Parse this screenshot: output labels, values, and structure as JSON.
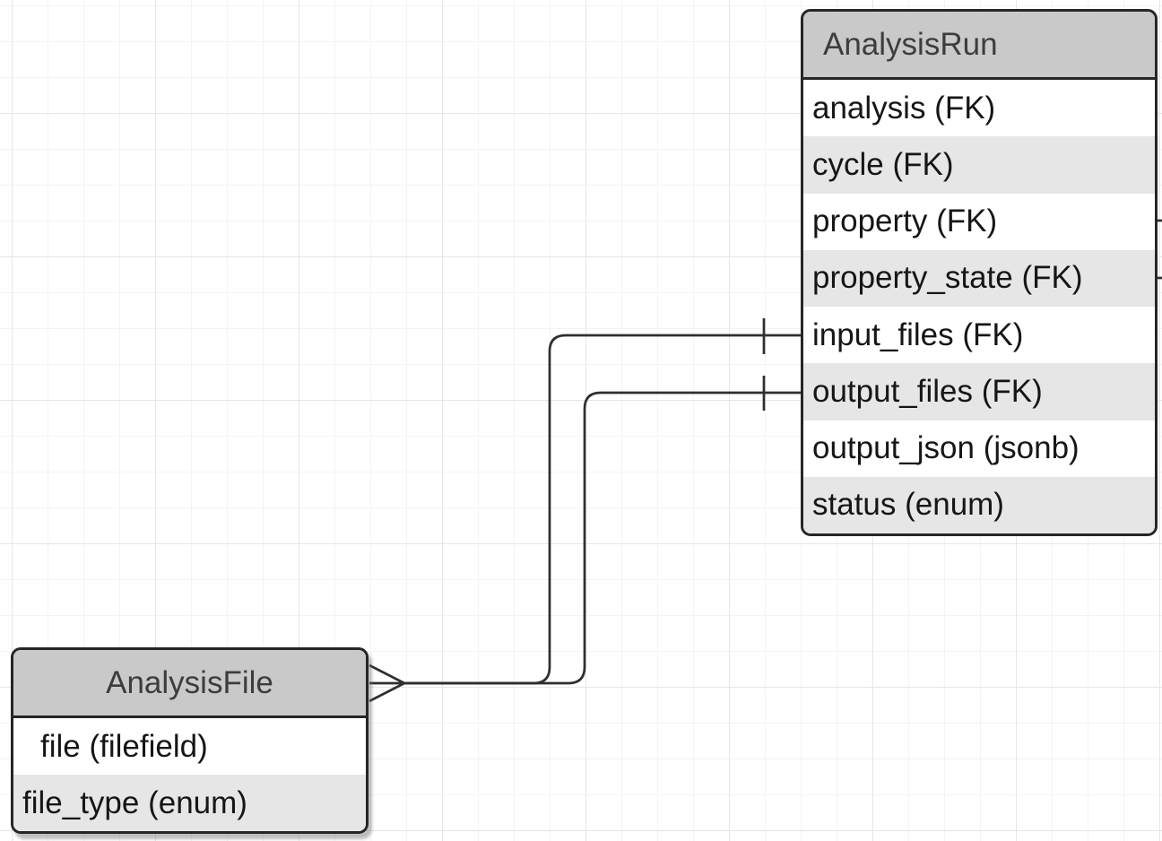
{
  "canvas": {
    "tool": "diagram-canvas",
    "background_color": "#ffffff",
    "grid_minor_color": "#f4f4f4",
    "grid_major_color": "#e6e6e6"
  },
  "colors": {
    "entity_header_fill": "#c9c9c9",
    "entity_row_alt_fill": "#e6e6e6",
    "entity_row_fill": "#ffffff",
    "entity_border": "#262626",
    "entity_header_text": "#3d3d3d",
    "entity_row_text": "#161616",
    "edge_stroke": "#2f2f2f"
  },
  "entities": [
    {
      "name": "AnalysisRun",
      "fields": [
        "analysis (FK)",
        "cycle (FK)",
        "property (FK)",
        "property_state (FK)",
        "input_files (FK)",
        "output_files (FK)",
        "output_json (jsonb)",
        "status (enum)"
      ]
    },
    {
      "name": "AnalysisFile",
      "fields": [
        "file (filefield)",
        "file_type (enum)"
      ]
    }
  ],
  "relationships": [
    {
      "from_entity": "AnalysisFile",
      "from_cardinality": "many (crow's foot)",
      "to_entity": "AnalysisRun",
      "to_field": "input_files (FK)",
      "to_cardinality": "one (tick)"
    },
    {
      "from_entity": "AnalysisFile",
      "from_cardinality": "many (crow's foot)",
      "to_entity": "AnalysisRun",
      "to_field": "output_files (FK)",
      "to_cardinality": "one (tick)"
    },
    {
      "from_entity": "AnalysisRun",
      "from_field": "property (FK)",
      "note": "edge stub exits right edge of screenshot"
    },
    {
      "from_entity": "AnalysisRun",
      "from_field": "property_state (FK)",
      "note": "edge stub exits right edge of screenshot"
    }
  ]
}
